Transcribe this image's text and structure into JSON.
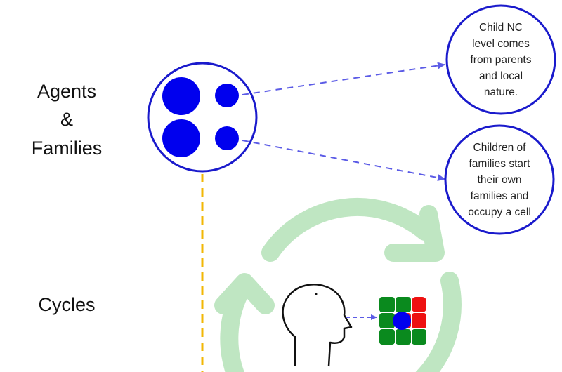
{
  "labels": {
    "agents": "Agents",
    "ampersand": "&",
    "families": "Families",
    "cycles": "Cycles"
  },
  "notes": [
    {
      "lines": [
        "Child NC",
        "level comes",
        "from parents",
        "and local",
        "nature."
      ]
    },
    {
      "lines": [
        "Children of",
        "families start",
        "their own",
        "families and",
        "occupy a cell"
      ]
    }
  ],
  "colors": {
    "agent_blue": "#0000ee",
    "outline_blue": "#1a1acc",
    "dashed_arrow": "#5b5be6",
    "timeline_yellow": "#f2b705",
    "cycle_green": "#bfe6c2",
    "cell_green": "#0a8a1e",
    "cell_red": "#ee1111"
  },
  "icons": {
    "agent_group": "family-circle-icon",
    "head": "human-head-icon",
    "cycle": "circular-arrows-icon",
    "grid": "cell-grid-icon"
  }
}
